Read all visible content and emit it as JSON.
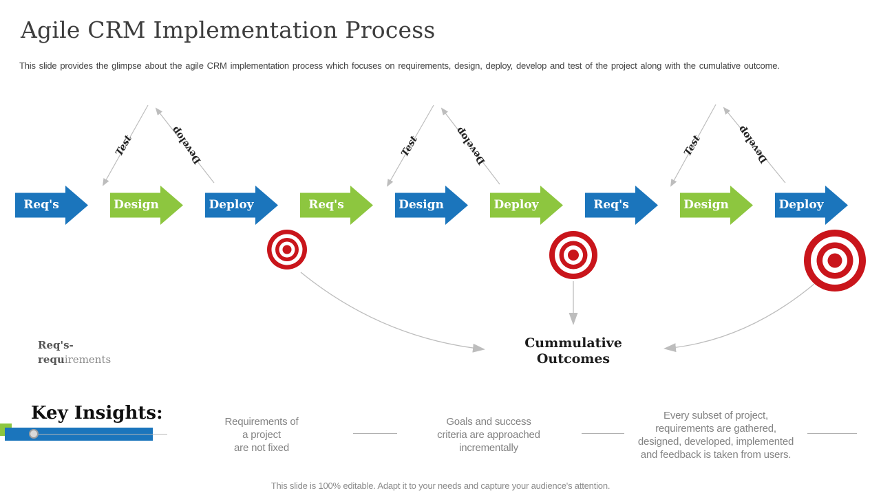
{
  "slide": {
    "title": "Agile CRM Implementation Process",
    "subtitle": "This slide provides the glimpse about the agile CRM implementation process which focuses on requirements, design, deploy, develop and test of the project along with the cumulative outcome.",
    "footer": "This slide is 100% editable. Adapt it to your needs and capture your audience's attention."
  },
  "colors": {
    "blue": "#1B75BC",
    "green": "#8DC63F",
    "red": "#C9151B",
    "line": "#BDBDBD"
  },
  "process": {
    "steps": [
      {
        "label": "Req's",
        "color": "blue"
      },
      {
        "label": "Design",
        "color": "green"
      },
      {
        "label": "Deploy",
        "color": "blue"
      },
      {
        "label": "Req's",
        "color": "green"
      },
      {
        "label": "Design",
        "color": "blue"
      },
      {
        "label": "Deploy",
        "color": "green"
      },
      {
        "label": "Req's",
        "color": "blue"
      },
      {
        "label": "Design",
        "color": "green"
      },
      {
        "label": "Deploy",
        "color": "blue"
      }
    ],
    "cycle_labels": {
      "test": "Test",
      "develop": "Develop"
    },
    "outcome": {
      "line1": "Cummulative",
      "line2": "Outcomes"
    },
    "legend": {
      "line1": "Req's-",
      "line2_bold": "requ",
      "line2_rest": "irements"
    }
  },
  "key_insights": {
    "heading": "Key Insights:",
    "items": [
      {
        "text": "Requirements of\na project\nare not fixed"
      },
      {
        "text": "Goals and success\ncriteria are approached\nincrementally"
      },
      {
        "text": "Every subset of project,\nrequirements are gathered,\ndesigned, developed, implemented\nand feedback is taken from users."
      }
    ]
  }
}
